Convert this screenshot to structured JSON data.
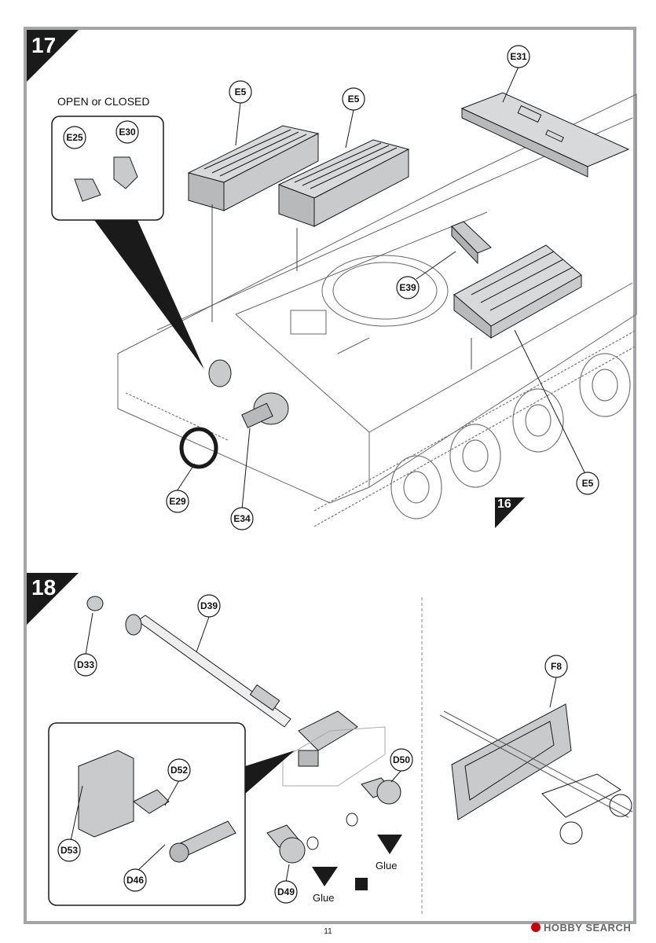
{
  "step17": {
    "number": "17",
    "option_text": "OPEN or CLOSED",
    "inset_parts": [
      "E25",
      "E30"
    ],
    "parts": [
      "E5",
      "E5",
      "E31",
      "E39",
      "E5",
      "E29",
      "E34"
    ],
    "ref_step": "16"
  },
  "step18": {
    "number": "18",
    "parts": [
      "D39",
      "D33",
      "D52",
      "D53",
      "D46",
      "D50",
      "D49",
      "F8"
    ],
    "glue_labels": [
      "Glue",
      "Glue"
    ]
  },
  "footer": {
    "page_number": "11",
    "watermark": "HOBBY SEARCH"
  },
  "colors": {
    "part_fill": "#c9cacc",
    "frame": "#a3a5a8",
    "ink": "#1a1a1a"
  }
}
